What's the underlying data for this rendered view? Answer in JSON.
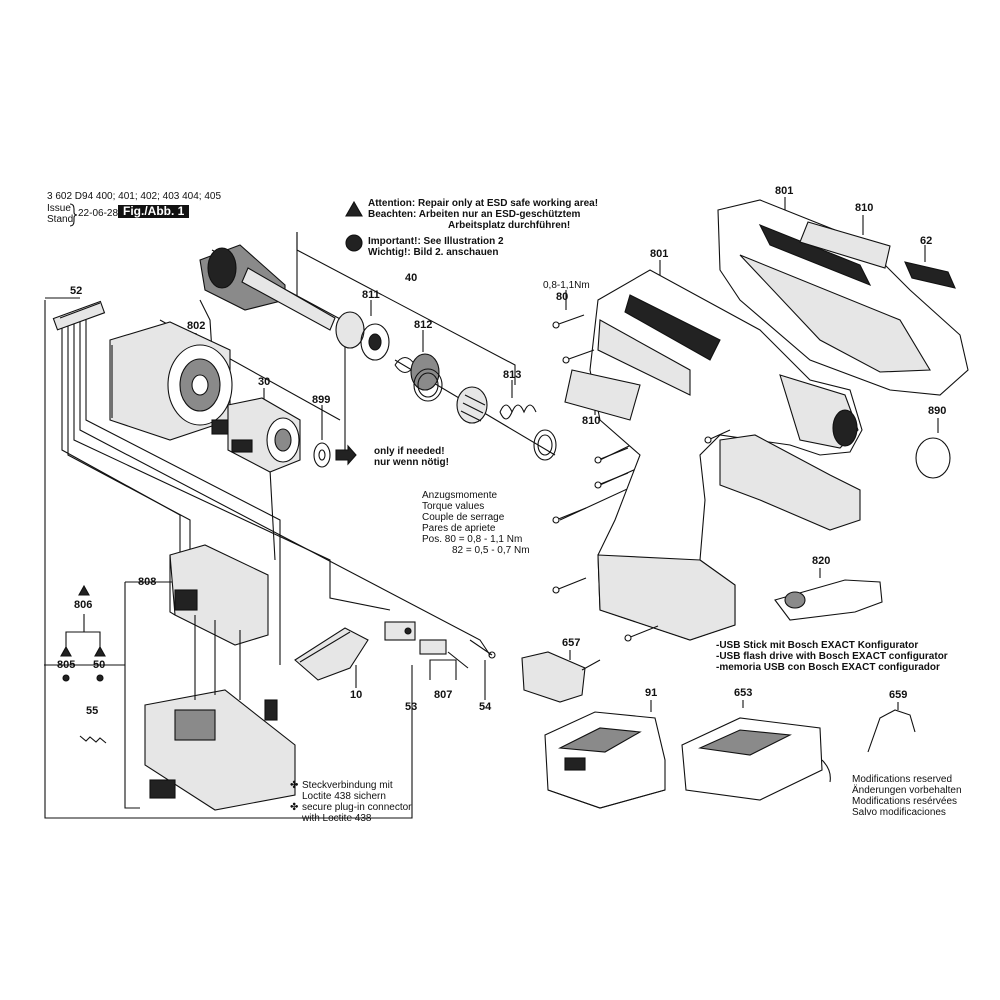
{
  "header": {
    "part_numbers": "3 602 D94 400; 401; 402; 403 404; 405",
    "issue_label": "Issue",
    "stand_label": "Stand",
    "issue_date": "22-06-28",
    "figure_label": "Fig./Abb. 1"
  },
  "warnings": {
    "attention_line1": "Attention:  Repair only at ESD safe working area!",
    "attention_line2": "Beachten:  Arbeiten nur an ESD-geschütztem",
    "attention_line3": "Arbeitsplatz durchführen!",
    "important_line1": "Important!:  See Illustration 2",
    "important_line2": "Wichtig!:     Bild 2. anschauen"
  },
  "notes": {
    "only_if_needed_line1": "only if needed!",
    "only_if_needed_line2": "nur wenn nötig!",
    "torque_title_1": "Anzugsmomente",
    "torque_title_2": "Torque values",
    "torque_title_3": "Couple de serrage",
    "torque_title_4": "Pares de apriete",
    "torque_row_1": "Pos. 80 =   0,8 -   1,1 Nm",
    "torque_row_2": "82 =   0,5 -   0,7 Nm",
    "torque_80": "0,8-1,1Nm",
    "usb_line1": "-USB Stick mit Bosch EXACT Konfigurator",
    "usb_line2": "-USB flash drive with Bosch EXACT configurator",
    "usb_line3": "-memoria USB con Bosch EXACT configurador",
    "loctite_line1": "Steckverbindung mit",
    "loctite_line2": "Loctite 438 sichern",
    "loctite_line3": "secure plug-in connector",
    "loctite_line4": "with Loctite 438",
    "mod_line1": "Modifications reserved",
    "mod_line2": "Änderungen vorbehalten",
    "mod_line3": "Modifications resérvées",
    "mod_line4": "Salvo modificaciones"
  },
  "part_labels": {
    "p52": "52",
    "p802": "802",
    "p30": "30",
    "p899": "899",
    "p40": "40",
    "p811": "811",
    "p812": "812",
    "p813": "813",
    "p801a": "801",
    "p801b": "801",
    "p810a": "810",
    "p810b": "810",
    "p62": "62",
    "p80": "80",
    "p890": "890",
    "p820": "820",
    "p657": "657",
    "p91": "91",
    "p653": "653",
    "p659": "659",
    "p808": "808",
    "p806": "806",
    "p805": "805",
    "p50": "50",
    "p55": "55",
    "p10": "10",
    "p53": "53",
    "p807": "807",
    "p54": "54"
  }
}
